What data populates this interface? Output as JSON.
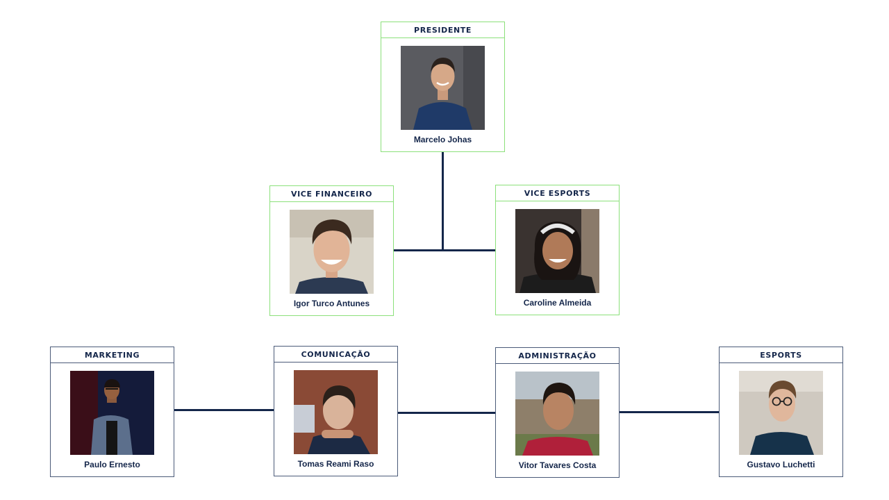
{
  "members": [
    {
      "id": "presidente",
      "role": "PRESIDENTE",
      "name": "Marcelo Johas"
    },
    {
      "id": "vice-financeiro",
      "role": "VICE FINANCEIRO",
      "name": "Igor Turco Antunes"
    },
    {
      "id": "vice-esports",
      "role": "VICE ESPORTS",
      "name": "Caroline Almeida"
    },
    {
      "id": "marketing",
      "role": "MARKETING",
      "name": "Paulo Ernesto"
    },
    {
      "id": "comunicacao",
      "role": "COMUNICAÇÃO",
      "name": "Tomas Reami Raso"
    },
    {
      "id": "administracao",
      "role": "ADMINISTRAÇÃO",
      "name": "Vitor Tavares Costa"
    },
    {
      "id": "esports",
      "role": "ESPORTS",
      "name": "Gustavo Luchetti"
    }
  ],
  "colors": {
    "line": "#14264a",
    "leadership_border": "#8be07a",
    "department_border": "#4a5a78",
    "text": "#14264a"
  }
}
